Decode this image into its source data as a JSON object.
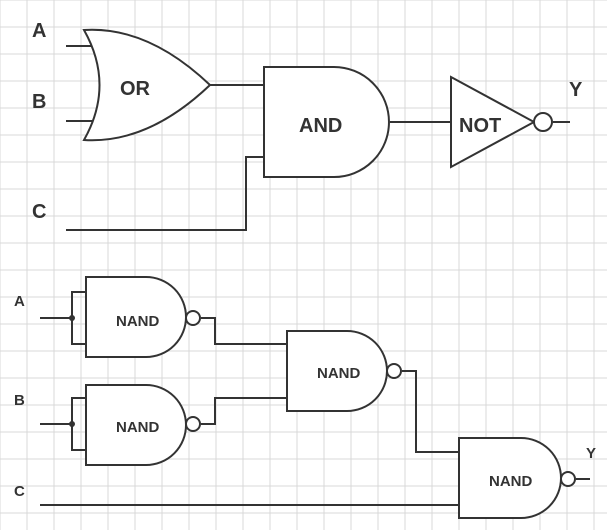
{
  "colors": {
    "ink": "#333333",
    "grid": "#d9d9d9",
    "background": "#ffffff"
  },
  "top": {
    "inputs": {
      "a": "A",
      "b": "B",
      "c": "C"
    },
    "output": "Y",
    "gates": {
      "or": "OR",
      "and": "AND",
      "not": "NOT"
    }
  },
  "bottom": {
    "inputs": {
      "a": "A",
      "b": "B",
      "c": "C"
    },
    "output": "Y",
    "gates": {
      "nand1": "NAND",
      "nand2": "NAND",
      "nand3": "NAND",
      "nand4": "NAND"
    }
  }
}
